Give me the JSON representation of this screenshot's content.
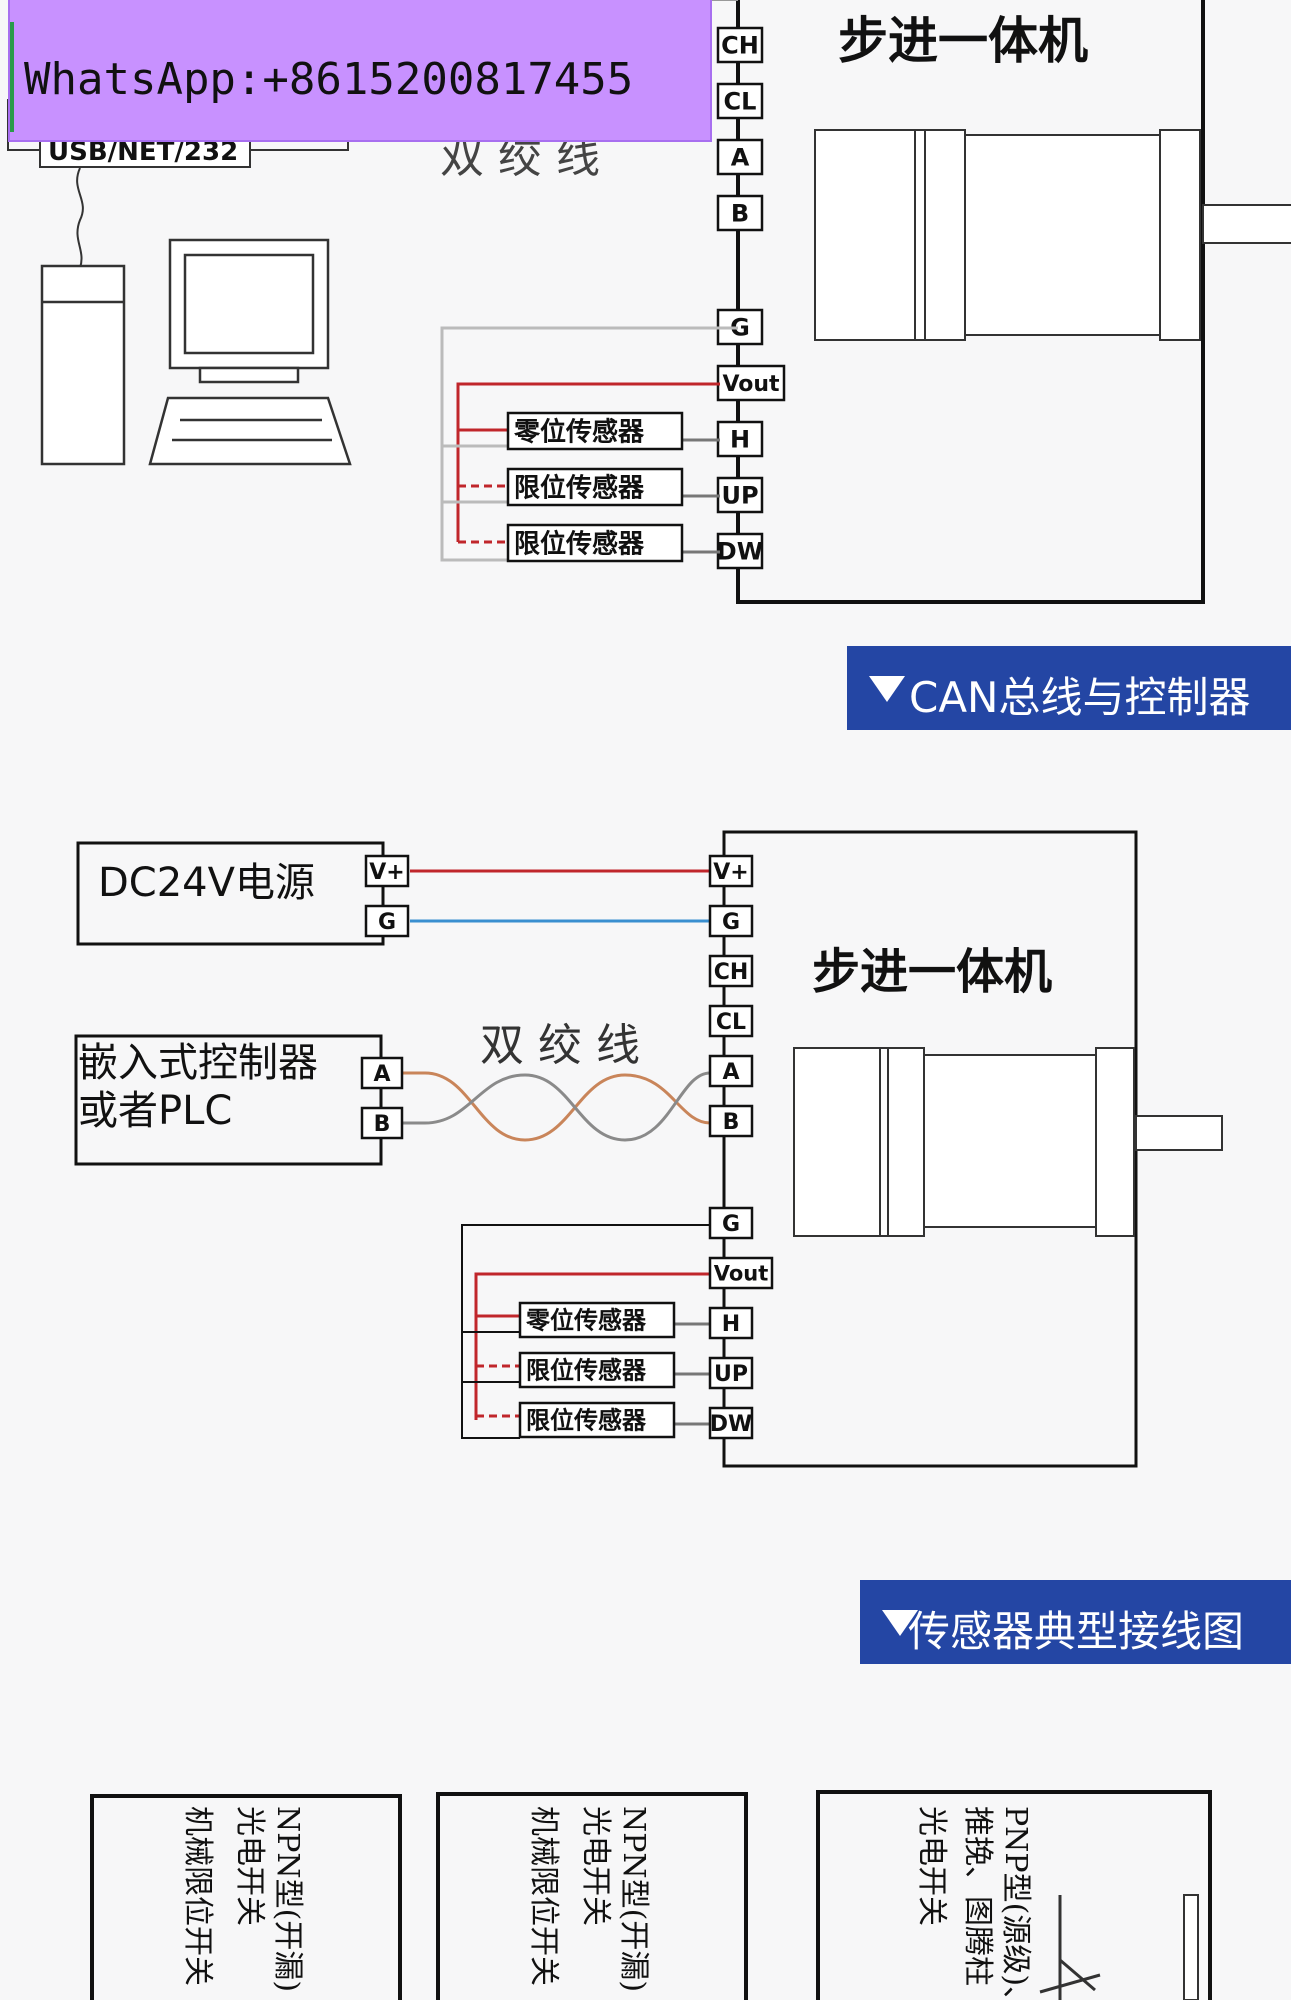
{
  "watermark": {
    "text": "WhatsApp:+8615200817455"
  },
  "top_diagram": {
    "interface_label": "USB/NET/232",
    "twisted_pair_label": "双 绞 线",
    "motor_label": "步进一体机",
    "pins": [
      "CH",
      "CL",
      "A",
      "B",
      "G",
      "Vout",
      "H",
      "UP",
      "DW"
    ],
    "sensors": [
      "零位传感器",
      "限位传感器",
      "限位传感器"
    ]
  },
  "banner_can": {
    "label": "CAN总线与控制器"
  },
  "can_diagram": {
    "power_label": "DC24V电源",
    "power_pins": [
      "V+",
      "G"
    ],
    "controller_label_line1": "嵌入式控制器",
    "controller_label_line2": "或者PLC",
    "controller_pins": [
      "A",
      "B"
    ],
    "twisted_pair_label": "双 绞 线",
    "motor_label": "步进一体机",
    "motor_pins": [
      "V+",
      "G",
      "CH",
      "CL",
      "A",
      "B",
      "G",
      "Vout",
      "H",
      "UP",
      "DW"
    ],
    "sensors": [
      "零位传感器",
      "限位传感器",
      "限位传感器"
    ]
  },
  "banner_sensor": {
    "label": "传感器典型接线图"
  },
  "sensor_panels": [
    {
      "lines": [
        "NPN型(开漏)",
        "光电开关",
        "机械限位开关"
      ]
    },
    {
      "lines": [
        "NPN型(开漏)",
        "光电开关",
        "机械限位开关"
      ]
    },
    {
      "lines": [
        "PNP型(源级)、",
        "推挽、图腾柱",
        "光电开关"
      ]
    }
  ],
  "colors": {
    "banner": "#2446a4",
    "wire_red": "#c0262b",
    "wire_blue": "#3a8fd0",
    "wire_pair": "#c9855a",
    "watermark": "#c891ff"
  }
}
